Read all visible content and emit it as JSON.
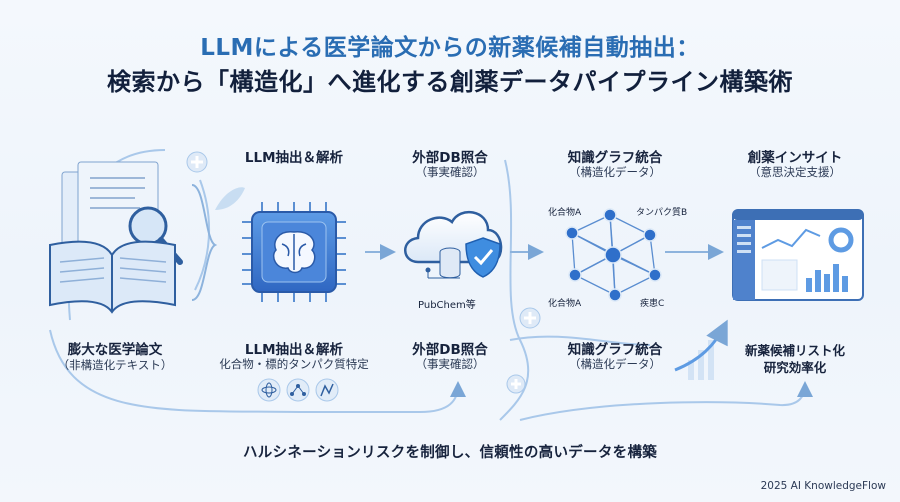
{
  "title": {
    "line1": "LLMによる医学論文からの新薬候補自動抽出：",
    "line2": "検索から「構造化」へ進化する創薬データパイプライン構築術"
  },
  "stages": {
    "papers": {
      "label": "膨大な医学論文",
      "sub": "（非構造化テキスト）"
    },
    "llm": {
      "top_label": "LLM抽出＆解析",
      "label": "LLM抽出＆解析",
      "sub": "化合物・標的タンパク質特定"
    },
    "db": {
      "top_label": "外部DB照合",
      "top_sub": "（事実確認）",
      "label": "外部DB照合",
      "sub": "（事実確認）",
      "source": "PubChem等"
    },
    "graph": {
      "top_label": "知識グラフ統合",
      "top_sub": "（構造化データ）",
      "label": "知識グラフ統合",
      "sub": "（構造化データ）",
      "nodes": {
        "compound_a1": "化合物A",
        "protein_b": "タンパク質B",
        "compound_a2": "化合物A",
        "disease_c": "疾患C"
      }
    },
    "insight": {
      "top_label": "創薬インサイト",
      "top_sub": "（意思決定支援）",
      "label1": "新薬候補リスト化",
      "label2": "研究効率化"
    }
  },
  "footer": {
    "message": "ハルシネーションリスクを制御し、信頼性の高いデータを構築",
    "brand": "2025 AI KnowledgeFlow"
  },
  "colors": {
    "accent": "#2a6db3",
    "light": "#a9c8ea",
    "dark": "#12203c",
    "chip": "#3c78d8"
  }
}
